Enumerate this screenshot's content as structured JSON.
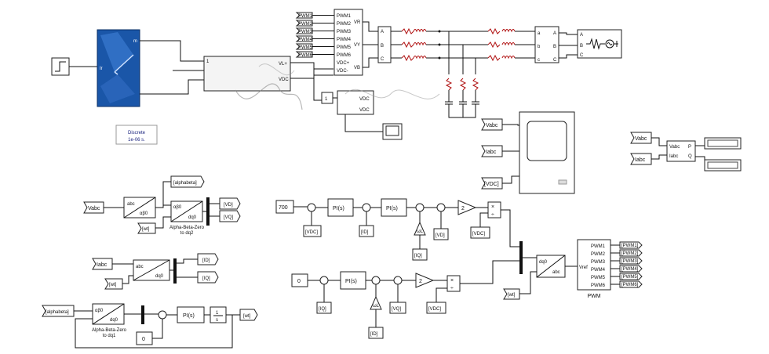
{
  "pv": {
    "port_top": "m",
    "port_mid": "Ir"
  },
  "powergui": {
    "line1": "Discrete",
    "line2": "1e-06 s."
  },
  "inverter": {
    "pwm_tags": [
      "PWM1",
      "PWM2",
      "PWM3",
      "PWM4",
      "PWM5",
      "PWM6"
    ],
    "ports_left": [
      "PWM1",
      "PWM2",
      "PWM3",
      "PWM4",
      "PWM5",
      "PWM6",
      "VDC+",
      "VDC-"
    ],
    "ports_right": [
      "VR",
      "VY",
      "VB"
    ]
  },
  "dcbus": {
    "p1": "1",
    "p2": "VL+",
    "p3": "VDC",
    "sel": "1",
    "vd": "VDC",
    "vdc2": "VDC"
  },
  "abc_labels": [
    "A",
    "B",
    "C",
    "a",
    "b",
    "c"
  ],
  "scope_inputs": [
    "Vabc",
    "Iabc",
    "[VDC]"
  ],
  "power_meas": {
    "in1": "Vabc",
    "in2": "Iabc",
    "b1": "Vabc",
    "b2": "Iabc",
    "o1": "P",
    "o2": "Q"
  },
  "transform1": {
    "in": "Vabc",
    "abc": "abc",
    "ab0": "αβ0",
    "ab0b": "αβ0",
    "dq0": "dq0",
    "tag_alpha": "[alphabeta]",
    "wt": "[wt]",
    "caption1": "Alpha-Beta-Zero",
    "caption2": "to dq2",
    "out1": "[VD]",
    "out2": "[VQ]"
  },
  "transform2": {
    "in": "Iabc",
    "abc": "abc",
    "dq0": "dq0",
    "wt": "[wt]",
    "out1": "[ID]",
    "out2": "[IQ]"
  },
  "pll": {
    "in": "[alphabeta]",
    "ab0": "αβ0",
    "dq0": "dq0",
    "caption1": "Alpha-Beta-Zero",
    "caption2": "to dq1",
    "pi": "PI(s)",
    "int": "1/s",
    "const": "0",
    "out": "[wt]"
  },
  "ctrl_d": {
    "const": "700",
    "pi1": "PI(s)",
    "pi2": "PI(s)",
    "gain": "2",
    "tags": [
      "[VDC]",
      "[ID]",
      "[IQ]",
      "[VD]",
      "[VDC]"
    ],
    "wl": "ωL"
  },
  "ctrl_q": {
    "const": "0",
    "pi": "PI(s)",
    "gain": "2",
    "tags": [
      "[IQ]",
      "[ID]",
      "[VQ]",
      "[VDC]"
    ],
    "wl": "ωL"
  },
  "dq_abc": {
    "dq0": "dq0",
    "abc": "abc",
    "wt": "[wt]"
  },
  "pwm": {
    "vref": "Vref",
    "outs": [
      "PWM1",
      "PWM2",
      "PWM3",
      "PWM4",
      "PWM5",
      "PWM6"
    ],
    "caption": "PWM",
    "tags": [
      "[PWM1]",
      "[PWM2]",
      "[PWM3]",
      "[PWM4]",
      "[PWM5]",
      "[PWM6]"
    ]
  }
}
